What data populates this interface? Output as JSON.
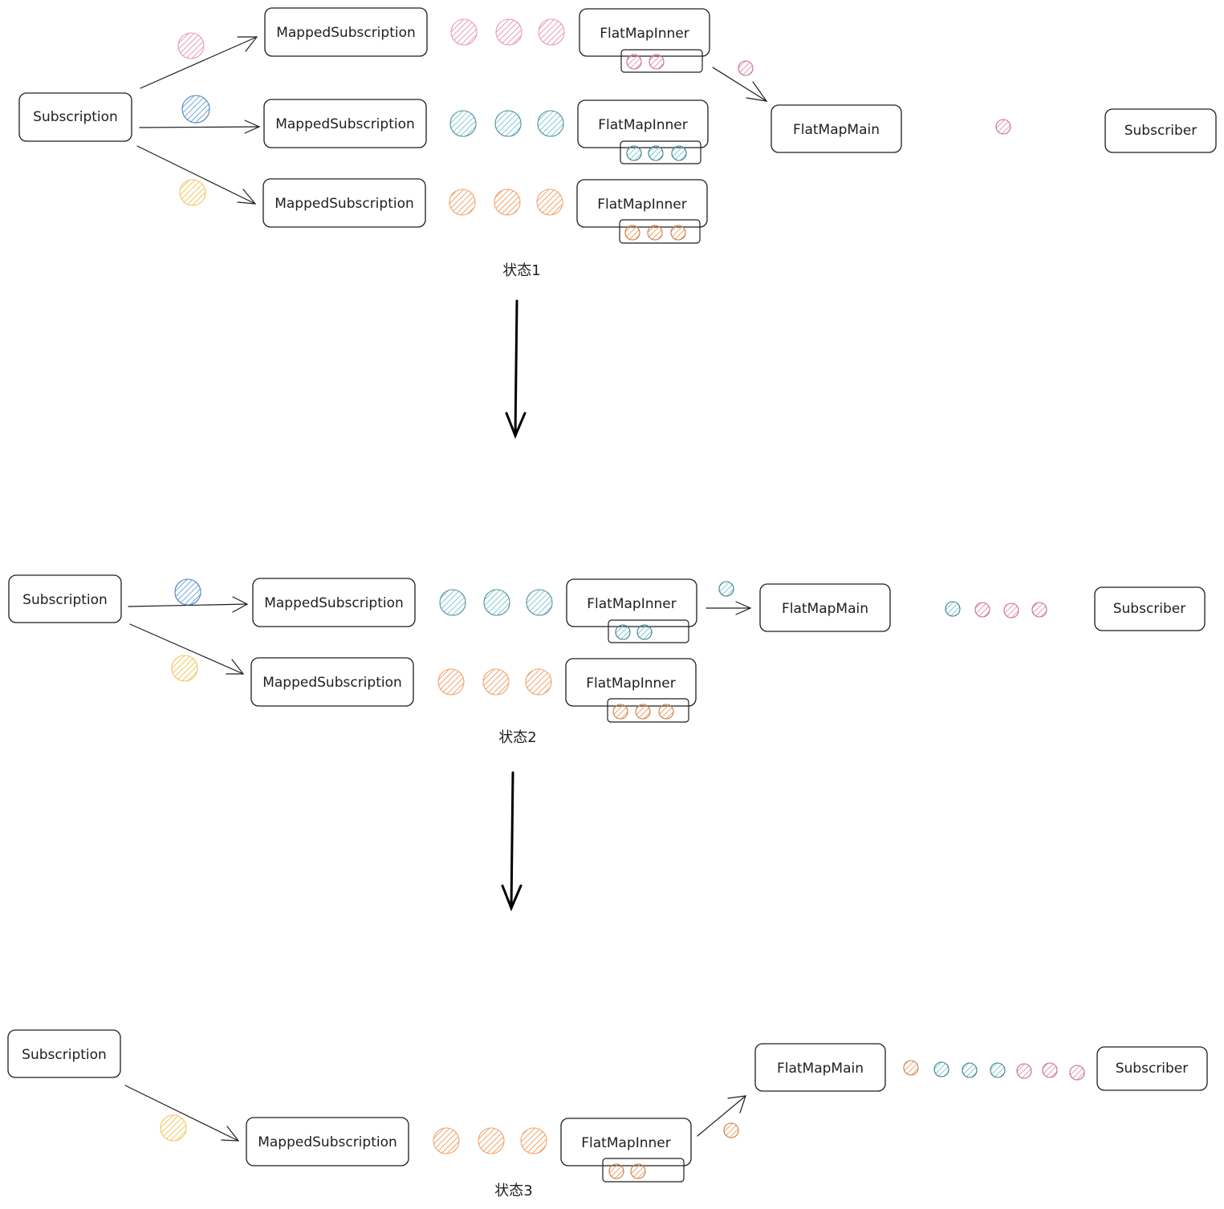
{
  "labels": {
    "subscription": "Subscription",
    "mapped": "MappedSubscription",
    "inner": "FlatMapInner",
    "main": "FlatMapMain",
    "subscriber": "Subscriber"
  },
  "states": [
    {
      "label": "状态1"
    },
    {
      "label": "状态2"
    },
    {
      "label": "状态3"
    }
  ],
  "colors": {
    "pink": "#e89ab2",
    "blue": "#6ea8e0",
    "cyan": "#7ccad6",
    "orange": "#f1a36a",
    "yellow": "#f4c55c",
    "stroke": "#1e1e1e"
  }
}
